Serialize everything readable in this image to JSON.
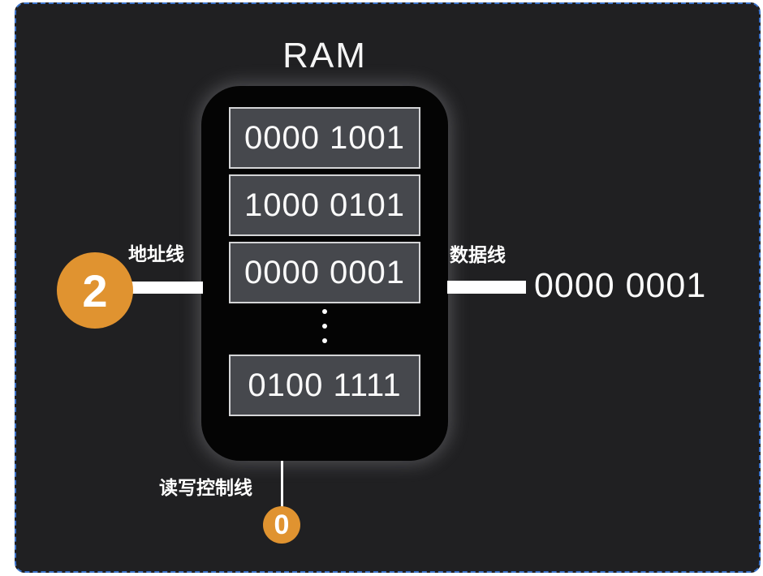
{
  "diagram": {
    "title": "RAM",
    "memory_cells": [
      "0000 1001",
      "1000 0101",
      "0000 0001",
      "0100 1111"
    ],
    "address_line": {
      "label": "地址线",
      "value": "2"
    },
    "data_line": {
      "label": "数据线",
      "output": "0000 0001"
    },
    "control_line": {
      "label": "读写控制线",
      "value": "0"
    },
    "icons": {
      "ellipsis": "vertical-ellipsis-icon"
    },
    "colors": {
      "accent_orange": "#e09330",
      "selection_blue": "#3b73cb",
      "slab_background": "#202022",
      "ram_box": "#040404",
      "cell_fill": "#46484d",
      "cell_border": "#d4d5d7",
      "line_white": "#ffffff"
    }
  }
}
